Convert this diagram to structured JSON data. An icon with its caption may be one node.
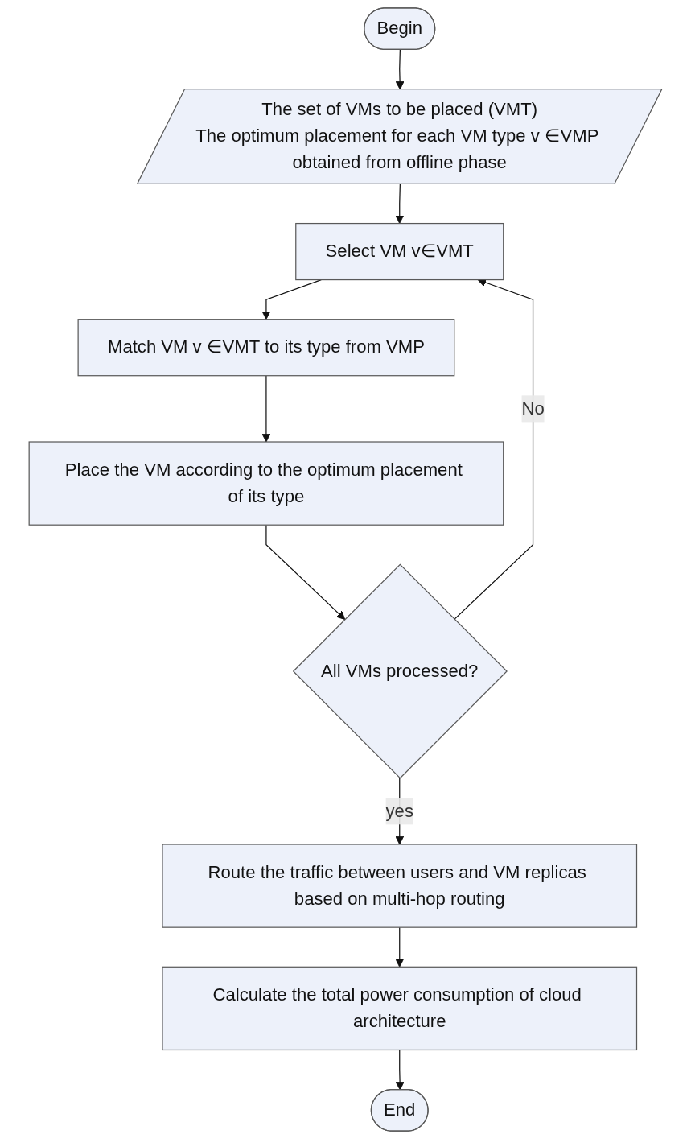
{
  "diagram": {
    "nodes": [
      {
        "text": [
          "Begin"
        ]
      },
      {
        "text": [
          "The set of VMs to be placed (VMT)",
          "The optimum placement for each VM type v ∈VMP obtained from offline phase"
        ]
      },
      {
        "text": [
          "Select VM v∈VMT"
        ]
      },
      {
        "text": [
          "Match VM v ∈VMT to its type from VMP"
        ]
      },
      {
        "text": [
          "Place the VM according to the optimum placement of its type"
        ]
      },
      {
        "text": [
          "All VMs processed?"
        ]
      },
      {
        "text": [
          "Route the traffic between users and VM replicas based on multi-hop routing"
        ]
      },
      {
        "text": [
          "Calculate the total power consumption of cloud architecture"
        ]
      },
      {
        "text": [
          "End"
        ]
      }
    ],
    "edges": [
      {
        "from": 0,
        "to": 1,
        "arrow": "to"
      },
      {
        "from": 1,
        "to": 2,
        "arrow": "to"
      },
      {
        "from": 2,
        "to": 3,
        "arrow": "to"
      },
      {
        "from": 3,
        "to": 4,
        "arrow": "to"
      },
      {
        "from": 4,
        "to": 5,
        "arrow": "to"
      },
      {
        "from": 5,
        "to": 2,
        "label": "No",
        "arrow": "to"
      },
      {
        "from": 5,
        "to": 6,
        "label": "yes",
        "arrow": "to"
      },
      {
        "from": 6,
        "to": 7,
        "arrow": "to"
      },
      {
        "from": 7,
        "to": 8,
        "arrow": "to"
      }
    ]
  }
}
